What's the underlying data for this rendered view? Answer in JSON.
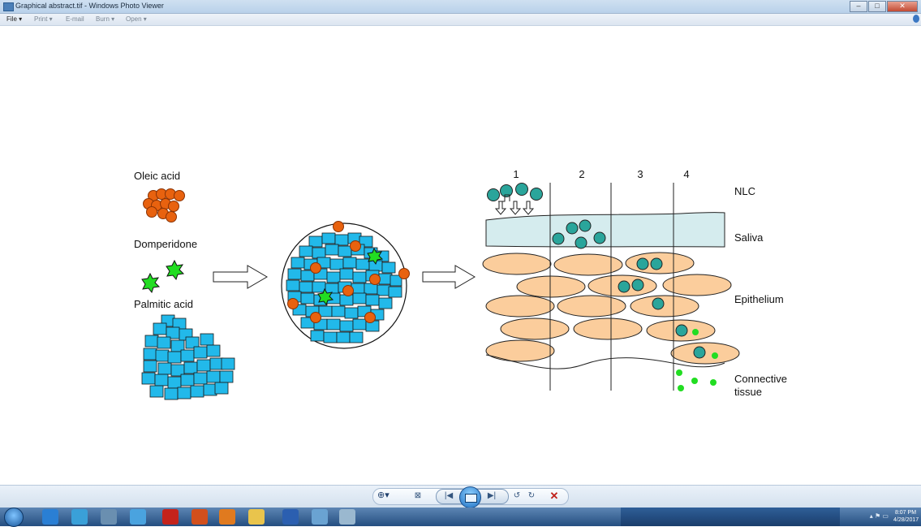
{
  "window": {
    "title": "Graphical abstract.tif - Windows Photo Viewer",
    "min_label": "–",
    "max_label": "□",
    "close_label": "✕"
  },
  "menu": {
    "file": "File",
    "print": "Print",
    "email": "E-mail",
    "burn": "Burn",
    "open": "Open"
  },
  "figure": {
    "oleic_acid": "Oleic acid",
    "domperidone": "Domperidone",
    "palmitic_acid": "Palmitic acid",
    "layers": [
      "1",
      "2",
      "3",
      "4"
    ],
    "nlc": "NLC",
    "saliva": "Saliva",
    "epithelium": "Epithelium",
    "connective_1": "Connective",
    "connective_2": "tissue"
  },
  "toolbar": {
    "zoom": "⊕▾",
    "fit": "⊠",
    "prev": "|◀",
    "next": "▶|",
    "rotate_ccw": "↺",
    "rotate_cw": "↻",
    "delete": "✕"
  },
  "taskbar": {
    "time": "8:07 PM",
    "date": "4/28/2017",
    "tray_icons": "▴ ⚑ ▭"
  },
  "colors": {
    "oleic": "#e8620f",
    "domperidone": "#22dd22",
    "palmitic": "#22b9ea",
    "saliva": "#d5ecee",
    "epithelium": "#fbcd9c",
    "nlc": "#2aa59b"
  }
}
